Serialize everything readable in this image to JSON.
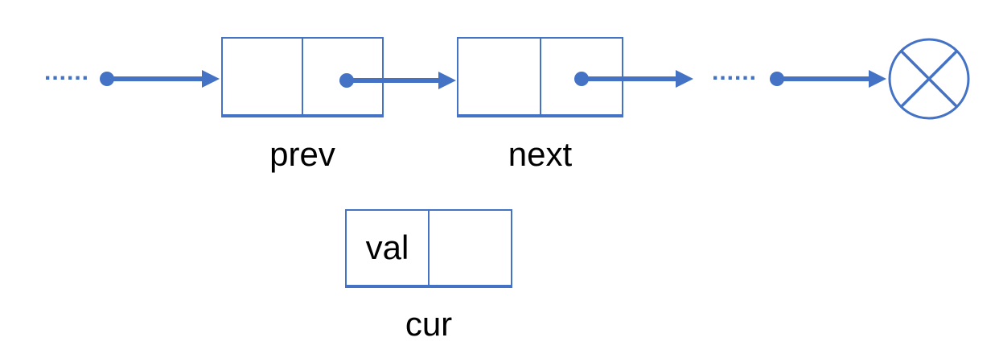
{
  "colors": {
    "accent": "#4472C4",
    "text": "#000000",
    "background": "#FFFFFF"
  },
  "diagram": {
    "left_ellipsis": "......",
    "mid_ellipsis": "......",
    "nodes": [
      {
        "label": "prev",
        "cell_left": "",
        "cell_right": ""
      },
      {
        "label": "next",
        "cell_left": "",
        "cell_right": ""
      }
    ],
    "terminator_icon": "circled-cross-null-terminator",
    "current": {
      "label": "cur",
      "cell_left": "val",
      "cell_right": ""
    }
  }
}
